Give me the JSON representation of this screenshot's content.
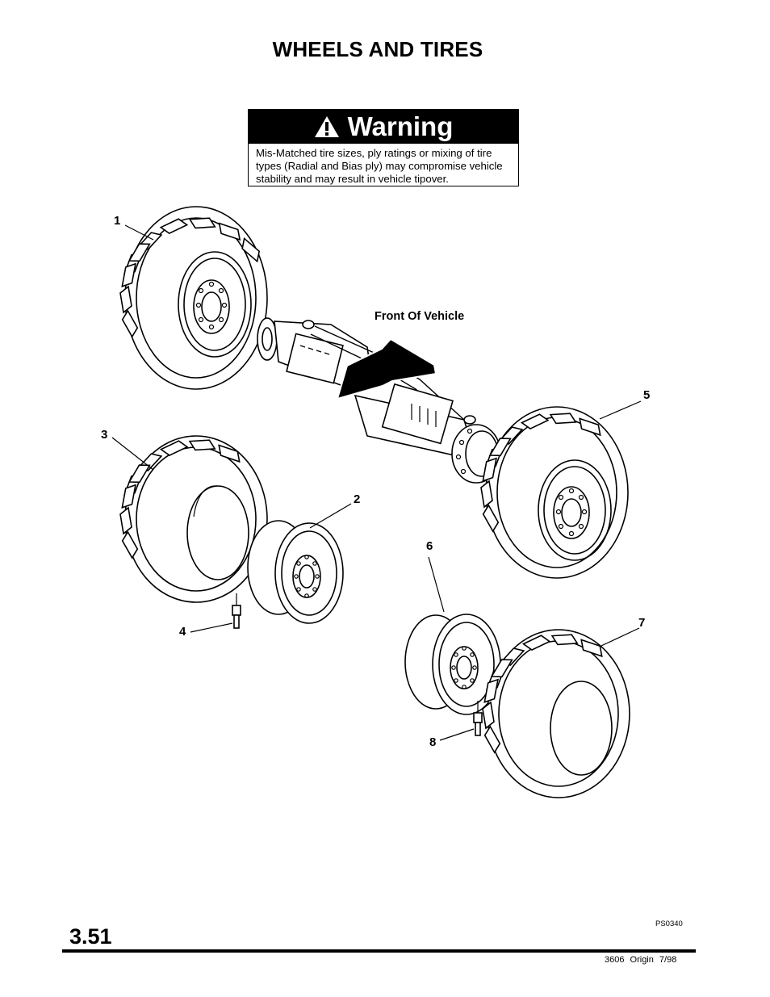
{
  "page": {
    "title": "WHEELS AND TIRES",
    "page_number": "3.51",
    "figure_code": "PS0340",
    "footer": "3606  Origin  7/98"
  },
  "warning": {
    "title": "Warning",
    "icon": "exclamation-triangle-icon",
    "text": "Mis-Matched tire sizes, ply ratings or mixing of tire types (Radial and Bias ply) may compromise vehicle stability and may result in vehicle tipover."
  },
  "diagram": {
    "direction_label": "Front Of Vehicle",
    "callouts": [
      "1",
      "2",
      "3",
      "4",
      "5",
      "6",
      "7",
      "8"
    ]
  }
}
